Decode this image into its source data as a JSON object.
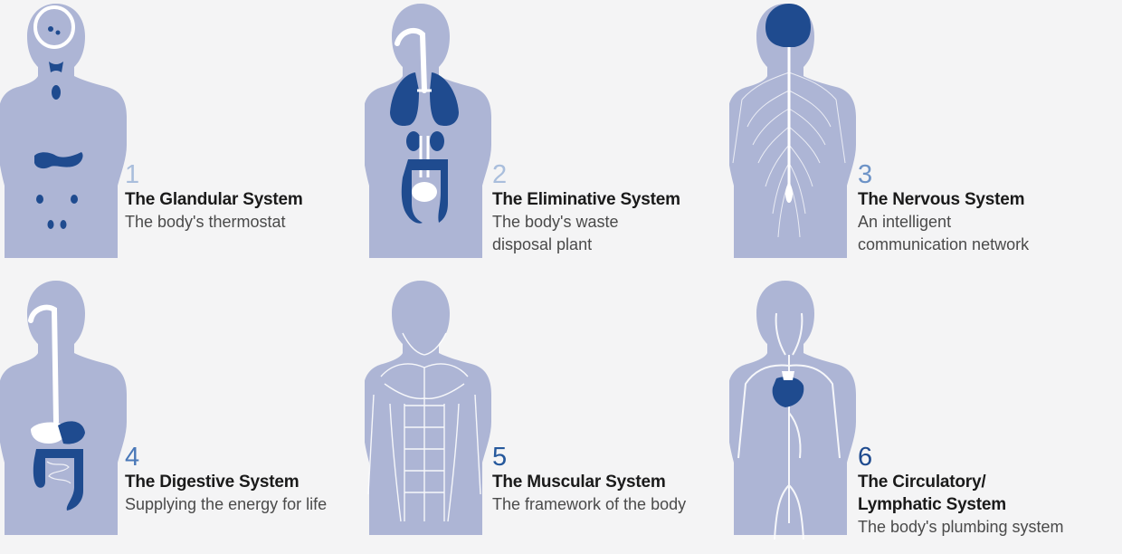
{
  "colors": {
    "background": "#f4f4f5",
    "body_silhouette": "#adb5d5",
    "organ": "#1f4b8f",
    "highlight": "#ffffff"
  },
  "systems": [
    {
      "number": "1",
      "number_color": "#a9bedc",
      "title": "The Glandular System",
      "desc": [
        "The body's thermostat"
      ],
      "illustration": "glandular-icon"
    },
    {
      "number": "2",
      "number_color": "#a9bedc",
      "title": "The Eliminative System",
      "desc": [
        "The body's waste",
        "disposal plant"
      ],
      "illustration": "eliminative-icon"
    },
    {
      "number": "3",
      "number_color": "#6d93c7",
      "title": "The Nervous System",
      "desc": [
        "An intelligent",
        "communication network"
      ],
      "illustration": "nervous-icon"
    },
    {
      "number": "4",
      "number_color": "#4a78b8",
      "title": "The Digestive System",
      "desc": [
        "Supplying the energy for life"
      ],
      "illustration": "digestive-icon"
    },
    {
      "number": "5",
      "number_color": "#25589c",
      "title": "The Muscular System",
      "desc": [
        "The framework of the body"
      ],
      "illustration": "muscular-icon"
    },
    {
      "number": "6",
      "number_color": "#1f4b8f",
      "title": "The Circulatory/",
      "title2": "Lymphatic System",
      "desc": [
        "The body's plumbing system"
      ],
      "illustration": "circulatory-icon"
    }
  ]
}
